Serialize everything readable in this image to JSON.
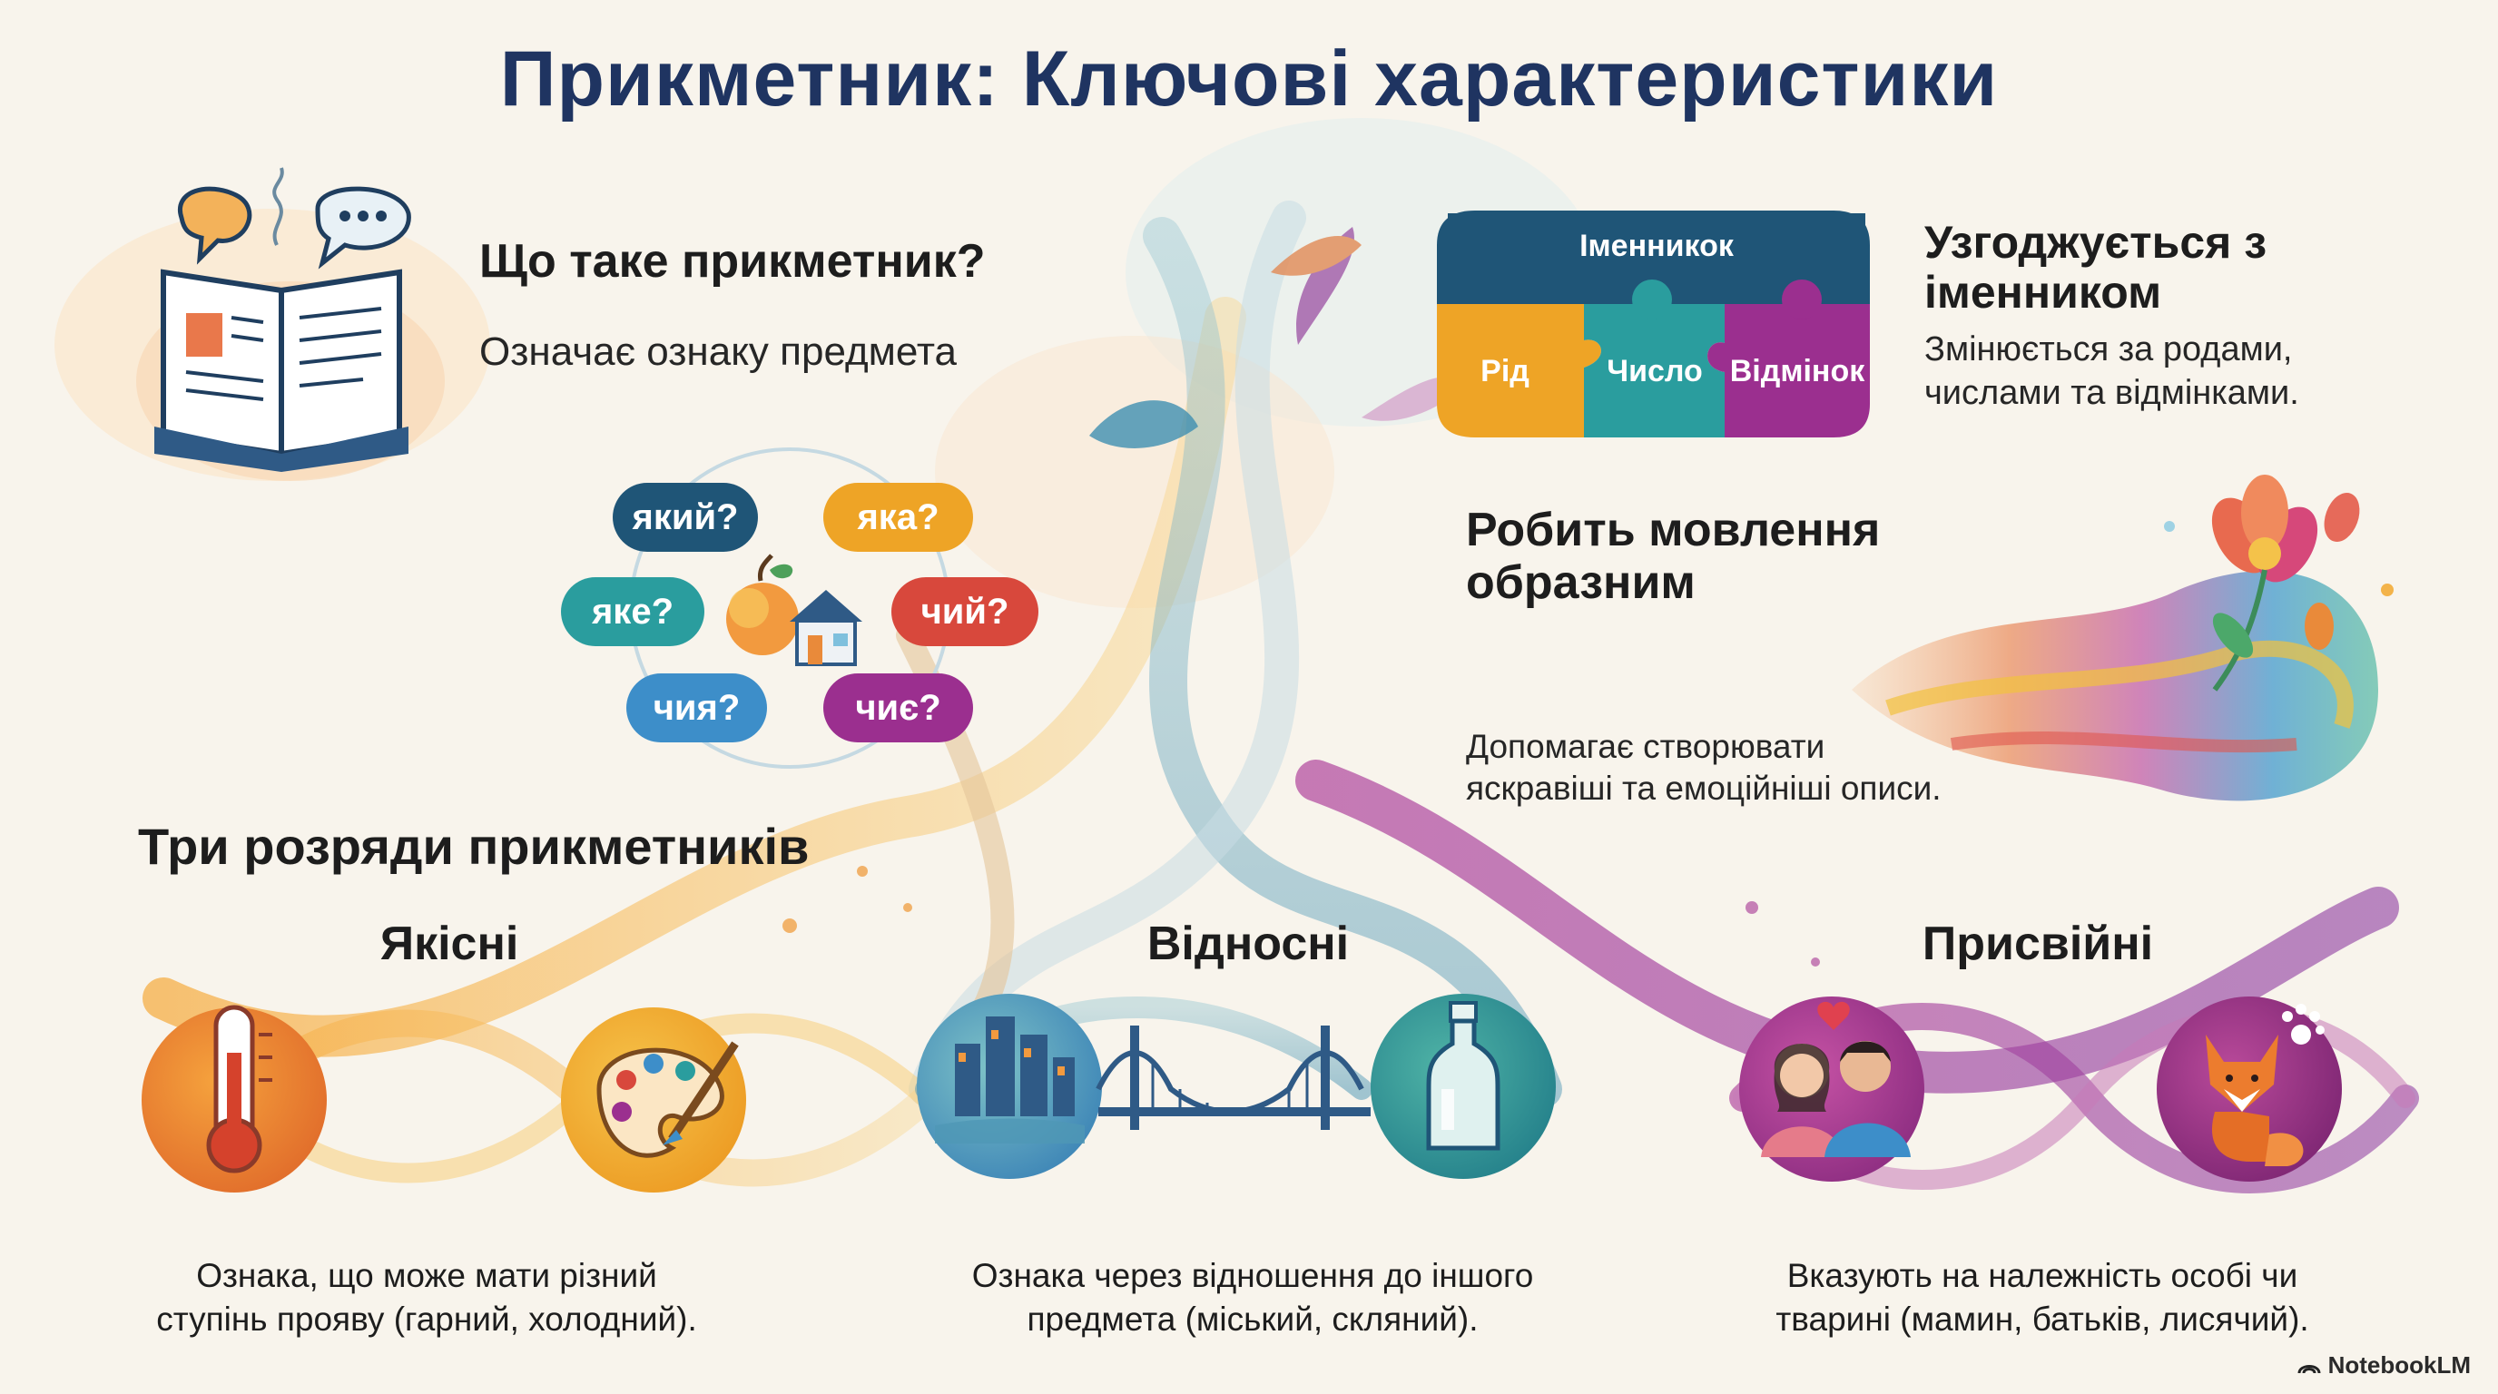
{
  "title": "Прикметник: Ключові характеристики",
  "definition": {
    "heading": "Що таке прикметник?",
    "text": "Означає ознаку предмета"
  },
  "questions": [
    "який?",
    "яка?",
    "яке?",
    "чий?",
    "чия?",
    "чиє?"
  ],
  "agreement": {
    "heading_line1": "Узгоджується з",
    "heading_line2": "іменником",
    "text_line1": "Змінюється за родами,",
    "text_line2": "числами та відмінками.",
    "puzzle": {
      "top": "Іменникок",
      "pieces": [
        "Рід",
        "Число",
        "Відмінок"
      ]
    }
  },
  "imagery": {
    "heading_line1": "Робить мовлення",
    "heading_line2": "образним",
    "text_line1": "Допомагає створювати",
    "text_line2": "яскравіші та емоційніші описи."
  },
  "categories": {
    "heading": "Три розряди прикметників",
    "items": [
      {
        "name": "Якісні",
        "desc_line1": "Ознака, що може мати різний",
        "desc_line2": "ступінь прояву (гарний, холодний).",
        "icons": [
          "thermometer-icon",
          "palette-icon"
        ]
      },
      {
        "name": "Відносні",
        "desc_line1": "Ознака через відношення до іншого",
        "desc_line2": "предмета (міський, скляний).",
        "icons": [
          "city-icon",
          "bridge-icon",
          "bottle-icon"
        ]
      },
      {
        "name": "Присвійні",
        "desc_line1": "Вказують на належність особі чи",
        "desc_line2": "тварині (мамин, батьків, лисячий).",
        "icons": [
          "people-icon",
          "fox-icon"
        ]
      }
    ]
  },
  "colors": {
    "title": "#1f3461",
    "navy": "#1f5577",
    "orange": "#eea426",
    "teal": "#2a9d9e",
    "red": "#d8483c",
    "blue": "#3d8ec9",
    "purple": "#9b2f8f"
  },
  "brand": "NotebookLM"
}
